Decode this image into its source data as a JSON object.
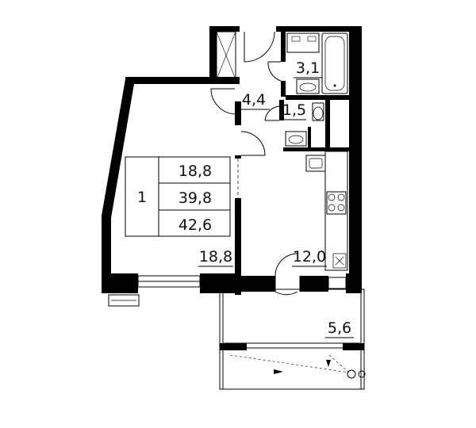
{
  "summary": {
    "rooms_count": "1",
    "living_area": "18,8",
    "area_without_balcony": "39,8",
    "total_area": "42,6"
  },
  "rooms": [
    {
      "id": "living-room",
      "area": "18,8"
    },
    {
      "id": "kitchen",
      "area": "12,0"
    },
    {
      "id": "hallway",
      "area": "4,4"
    },
    {
      "id": "bathroom",
      "area": "3,1"
    },
    {
      "id": "toilet",
      "area": "1,5"
    },
    {
      "id": "balcony",
      "area": "5,6"
    }
  ]
}
